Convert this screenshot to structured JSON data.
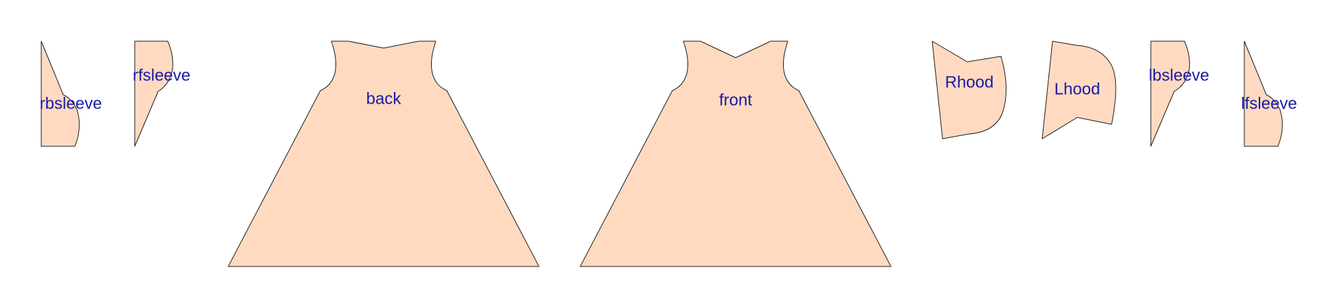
{
  "colors": {
    "piece_fill": "#ffdac1",
    "piece_stroke": "#1a1a1a",
    "label": "#1a1aa6"
  },
  "pieces": [
    {
      "id": "rbsleeve",
      "label": "rbsleeve"
    },
    {
      "id": "rfsleeve",
      "label": "rfsleeve"
    },
    {
      "id": "back",
      "label": "back"
    },
    {
      "id": "front",
      "label": "front"
    },
    {
      "id": "rhood",
      "label": "Rhood"
    },
    {
      "id": "lhood",
      "label": "Lhood"
    },
    {
      "id": "lbsleeve",
      "label": "lbsleeve"
    },
    {
      "id": "lfsleeve",
      "label": "lfsleeve"
    }
  ]
}
